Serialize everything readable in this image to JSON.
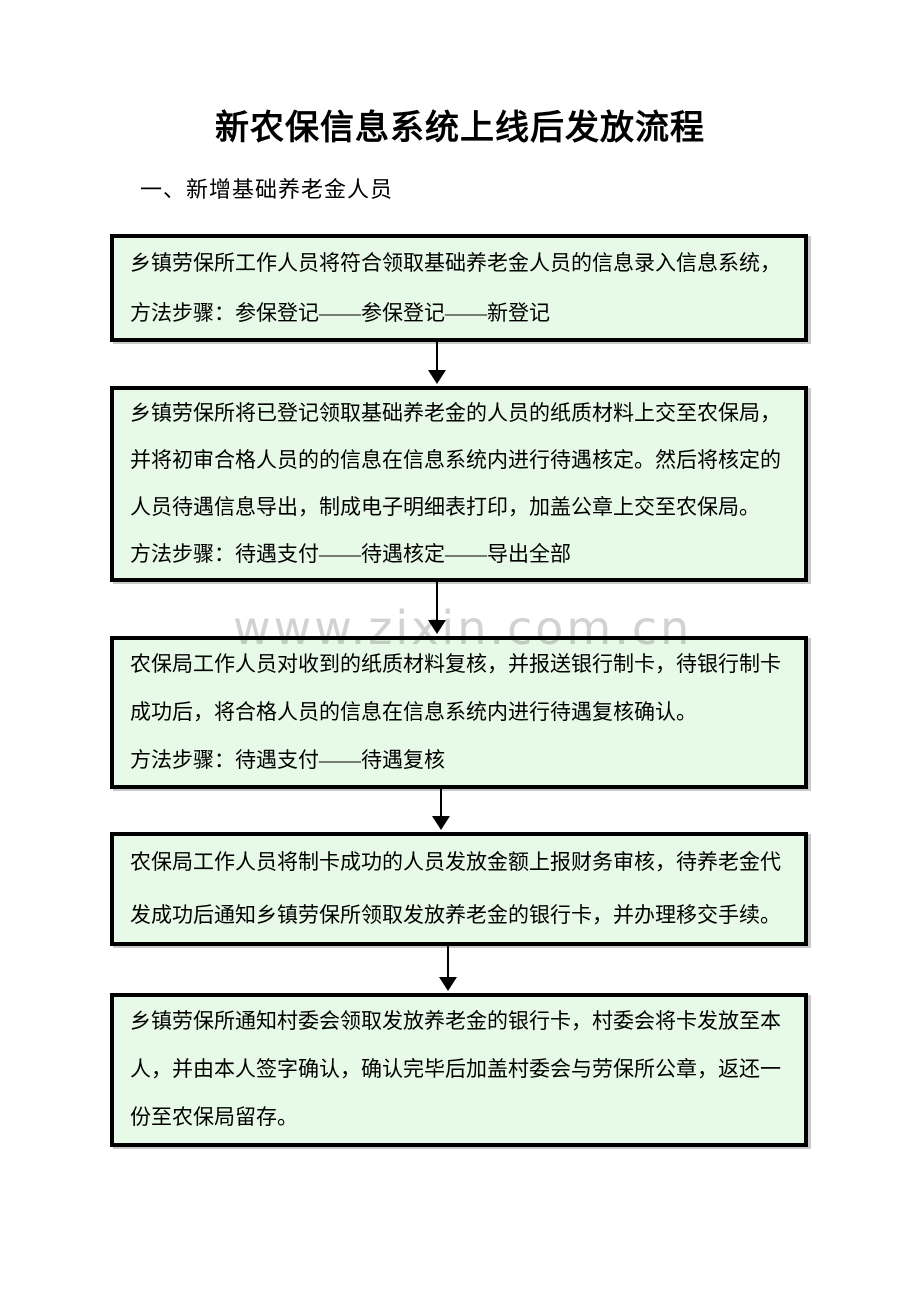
{
  "document": {
    "title": "新农保信息系统上线后发放流程",
    "section_heading": "一、新增基础养老金人员",
    "watermark": "www.zixin.com.cn"
  },
  "flowchart": {
    "connector_icon": "down-arrow",
    "boxes": [
      {
        "lines": [
          "乡镇劳保所工作人员将符合领取基础养老金人员的信息录入信息系统，",
          "方法步骤：参保登记——参保登记——新登记"
        ]
      },
      {
        "lines": [
          "乡镇劳保所将已登记领取基础养老金的人员的纸质材料上交至农保局，",
          "并将初审合格人员的的信息在信息系统内进行待遇核定。然后将核定的",
          "人员待遇信息导出，制成电子明细表打印，加盖公章上交至农保局。",
          "方法步骤：待遇支付——待遇核定——导出全部"
        ]
      },
      {
        "lines": [
          "农保局工作人员对收到的纸质材料复核，并报送银行制卡，待银行制卡",
          "成功后，将合格人员的信息在信息系统内进行待遇复核确认。",
          "方法步骤：待遇支付——待遇复核"
        ]
      },
      {
        "lines": [
          "农保局工作人员将制卡成功的人员发放金额上报财务审核，待养老金代",
          "发成功后通知乡镇劳保所领取发放养老金的银行卡，并办理移交手续。"
        ]
      },
      {
        "lines": [
          "乡镇劳保所通知村委会领取发放养老金的银行卡，村委会将卡发放至本",
          "人，并由本人签字确认，确认完毕后加盖村委会与劳保所公章，返还一",
          "份至农保局留存。"
        ]
      }
    ]
  },
  "colors": {
    "page_background": "#ffffff",
    "box_fill": "#e7f9e7",
    "box_border": "#000000",
    "text": "#000000",
    "watermark": "#d2d2d2"
  }
}
